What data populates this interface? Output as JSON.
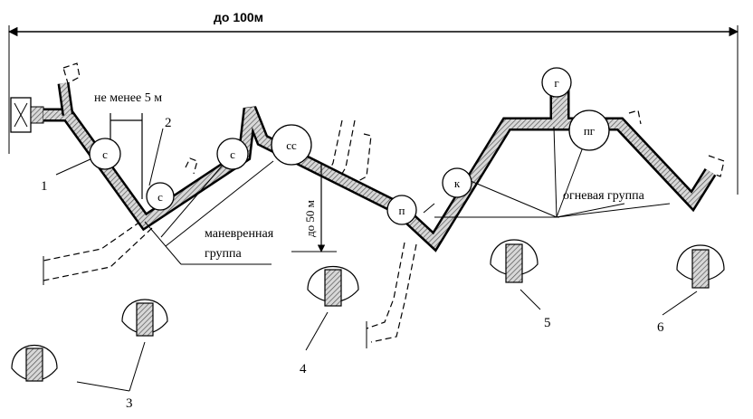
{
  "dimensions": {
    "total_width": "до 100м",
    "min_spacing": "не менее 5 м",
    "depth": "до 50 м"
  },
  "groups": {
    "maneuver_line1": "маневренная",
    "maneuver_line2": "группа",
    "fire": "огневая группа"
  },
  "positions": {
    "s1": "с",
    "s2": "с",
    "s3": "с",
    "ss": "сс",
    "p": "п",
    "k": "к",
    "g": "г",
    "pg": "пг"
  },
  "callouts": {
    "n1": "1",
    "n2": "2",
    "n3": "3",
    "n4": "4",
    "n5": "5",
    "n6": "6"
  },
  "colors": {
    "ink": "#000000",
    "trench_fill": "#8a8a8a"
  }
}
